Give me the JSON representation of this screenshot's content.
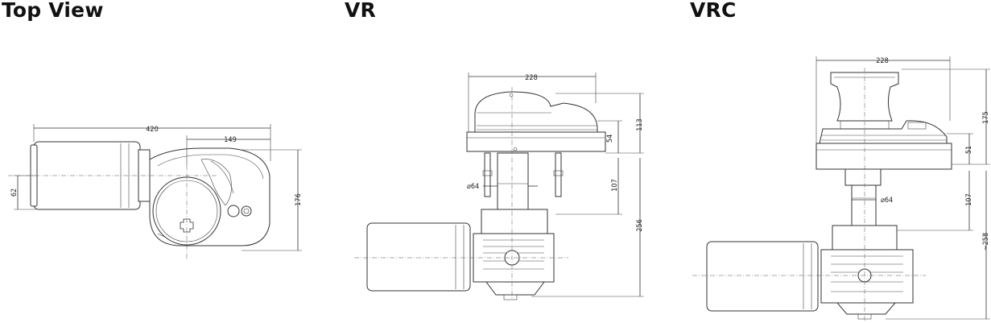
{
  "titles": {
    "top_view": "Top View",
    "vr": "VR",
    "vrc": "VRC"
  },
  "top_view_dims": {
    "overall_length": "420",
    "drum_width": "149",
    "motor_height": "62",
    "overall_width": "176"
  },
  "vr_dims": {
    "top_width": "228",
    "deck_height": "113",
    "gypsy_height": "54",
    "shaft_diameter": "⌀64",
    "below_deck": "107",
    "overall_height": "256"
  },
  "vrc_dims": {
    "top_width": "228",
    "deck_height": "175",
    "gypsy_height": "51",
    "shaft_diameter": "⌀64",
    "below_deck": "107",
    "overall_height": "~258"
  }
}
